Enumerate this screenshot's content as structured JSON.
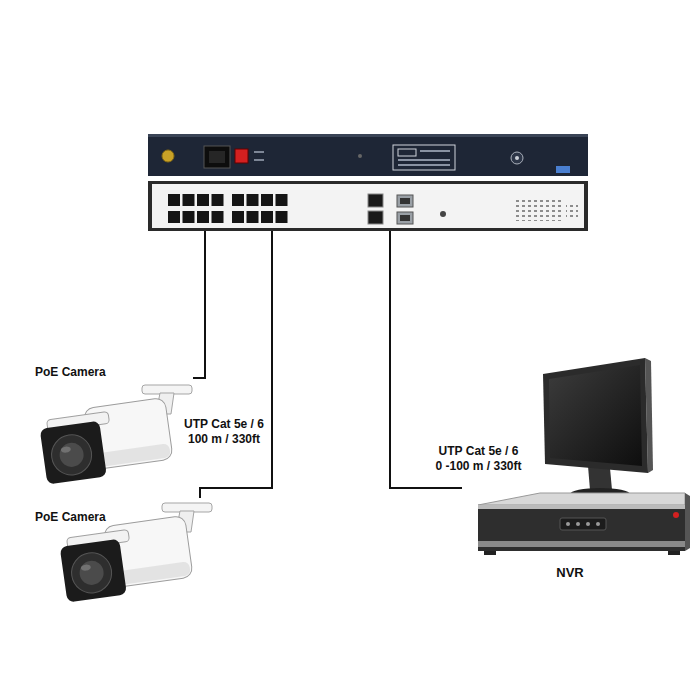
{
  "diagram": {
    "nodes": [
      {
        "text": []
      },
      {
        "text": [
          "PoE Camera"
        ]
      },
      {
        "text": [
          "PoE Camera"
        ]
      },
      {
        "text": [
          "NVR"
        ]
      }
    ],
    "edges": [
      {
        "from": 0,
        "to": 1,
        "arrow": "none"
      },
      {
        "from": 0,
        "to": 2,
        "label": "UTP Cat 5e / 6 100 m / 330ft",
        "arrow": "none"
      },
      {
        "from": 0,
        "to": 3,
        "label": "UTP Cat 5e / 6 0 -100 m / 330ft",
        "arrow": "none"
      }
    ]
  }
}
